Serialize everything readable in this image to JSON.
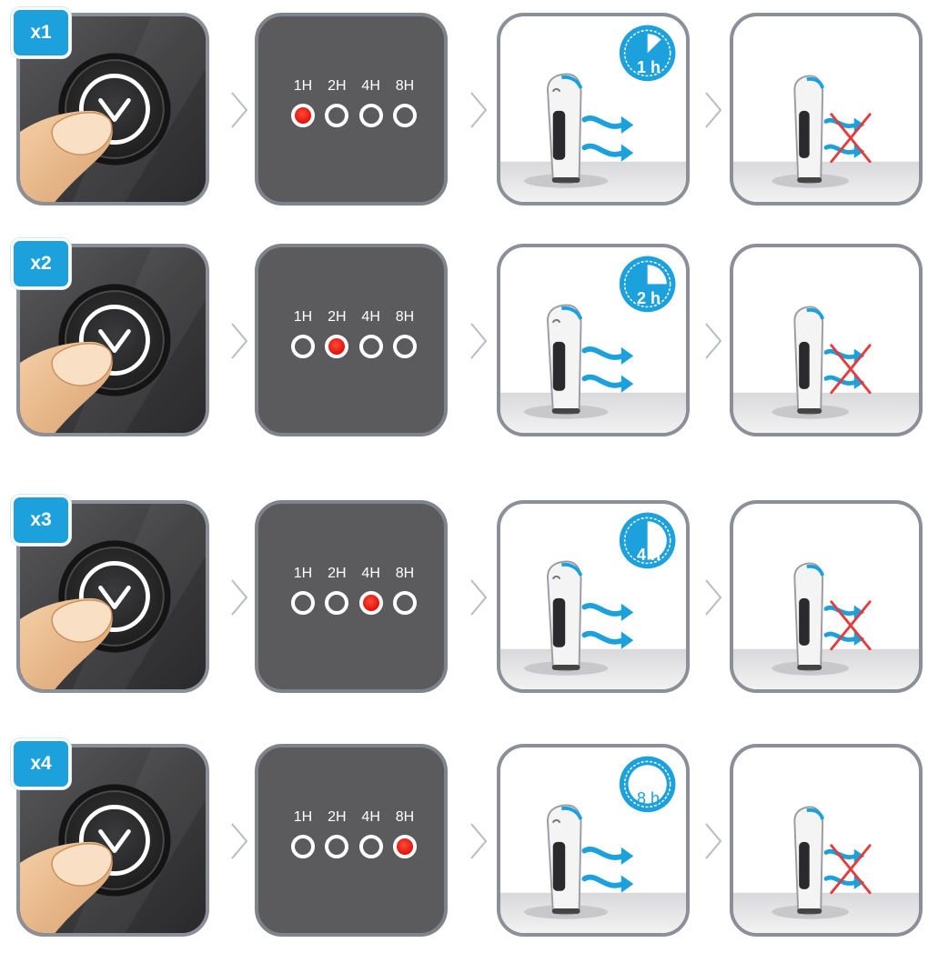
{
  "rows": [
    {
      "badge": "x1",
      "timer": "1 h",
      "fraction": 0.125,
      "active": 0
    },
    {
      "badge": "x2",
      "timer": "2 h",
      "fraction": 0.25,
      "active": 1
    },
    {
      "badge": "x3",
      "timer": "4 h",
      "fraction": 0.5,
      "active": 2
    },
    {
      "badge": "x4",
      "timer": "8 h",
      "fraction": 1.0,
      "active": 3
    }
  ],
  "led_labels": [
    "1H",
    "2H",
    "4H",
    "8H"
  ],
  "colors": {
    "accent": "#1da1dc",
    "led_on": "#e0120a",
    "panel_dark": "#2f2f31",
    "panel_mid": "#5b5b5e",
    "frame": "#8a8f98"
  }
}
